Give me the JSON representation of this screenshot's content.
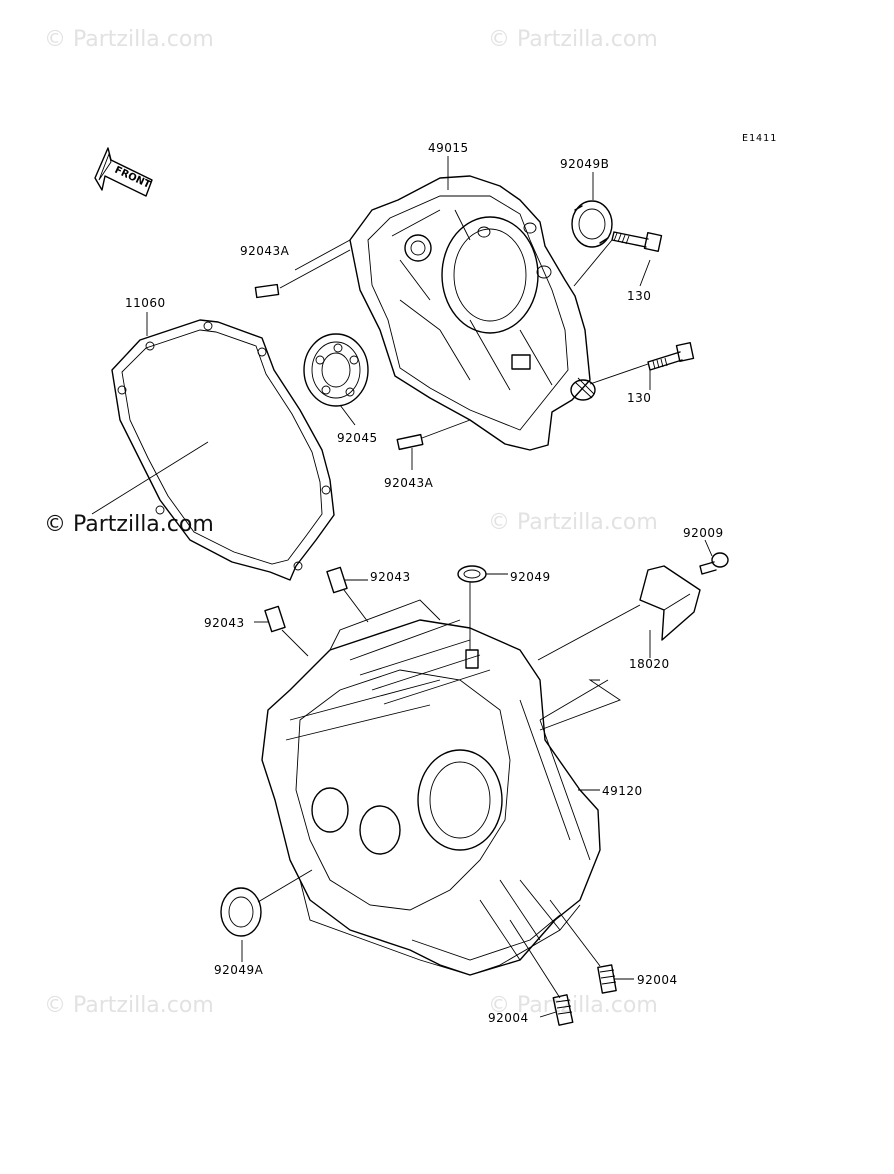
{
  "watermark": "© Partzilla.com",
  "watermark_main": "© Partzilla.com",
  "diagram_ref": "E1411",
  "front_label": "FRONT",
  "parts": {
    "p49015": "49015",
    "p92049B": "92049B",
    "p92043A_top": "92043A",
    "p130_top": "130",
    "p130_bottom": "130",
    "p11060": "11060",
    "p92045": "92045",
    "p92043A_bottom": "92043A",
    "p92009": "92009",
    "p92043_right": "92043",
    "p92049": "92049",
    "p92043_left": "92043",
    "p18020": "18020",
    "p49120": "49120",
    "p92049A": "92049A",
    "p92004_right": "92004",
    "p92004_bottom": "92004"
  }
}
